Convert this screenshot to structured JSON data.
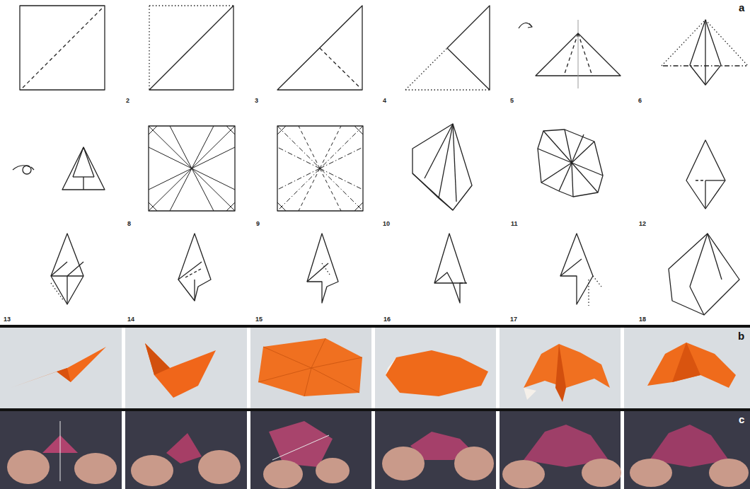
{
  "diagram": {
    "labels": [
      "a",
      "2",
      "3",
      "4",
      "5",
      "6",
      "8",
      "9",
      "10",
      "11",
      "12",
      "13",
      "14",
      "15",
      "16",
      "17",
      "18",
      "b",
      "c"
    ]
  }
}
